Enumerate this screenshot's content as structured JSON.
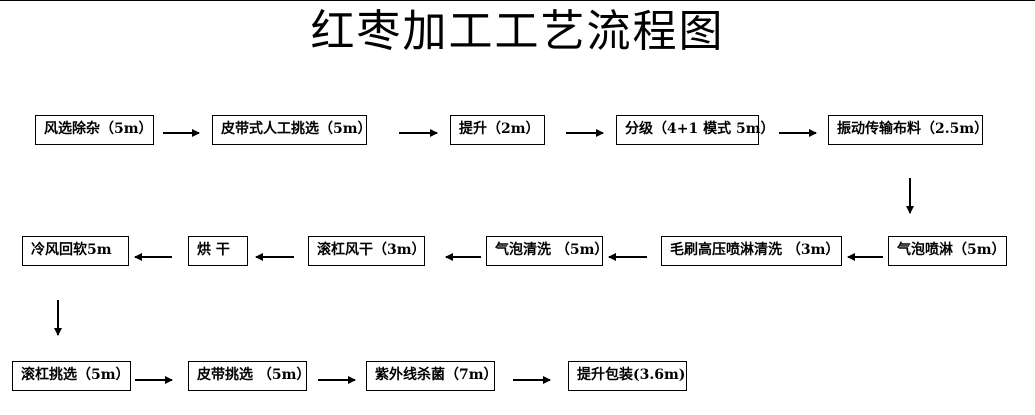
{
  "title": "红枣加工工艺流程图",
  "steps": [
    {
      "label": "风选除杂（5m）"
    },
    {
      "label": "皮带式人工挑选（5m）"
    },
    {
      "label": "提升（2m）"
    },
    {
      "label": "分级（4+1 模式 5m）"
    },
    {
      "label": "振动传输布料（2.5m）"
    },
    {
      "label": "气泡喷淋（5m）"
    },
    {
      "label": "毛刷高压喷淋清洗 （3m）"
    },
    {
      "label": "气泡清洗 （5m）"
    },
    {
      "label": "滚杠风干（3m）"
    },
    {
      "label": "烘 干"
    },
    {
      "label": "冷风回软5m"
    },
    {
      "label": "滚杠挑选（5m）"
    },
    {
      "label": "皮带挑选 （5m）"
    },
    {
      "label": "紫外线杀菌（7m）"
    },
    {
      "label": "提升包装(3.6m)"
    }
  ]
}
